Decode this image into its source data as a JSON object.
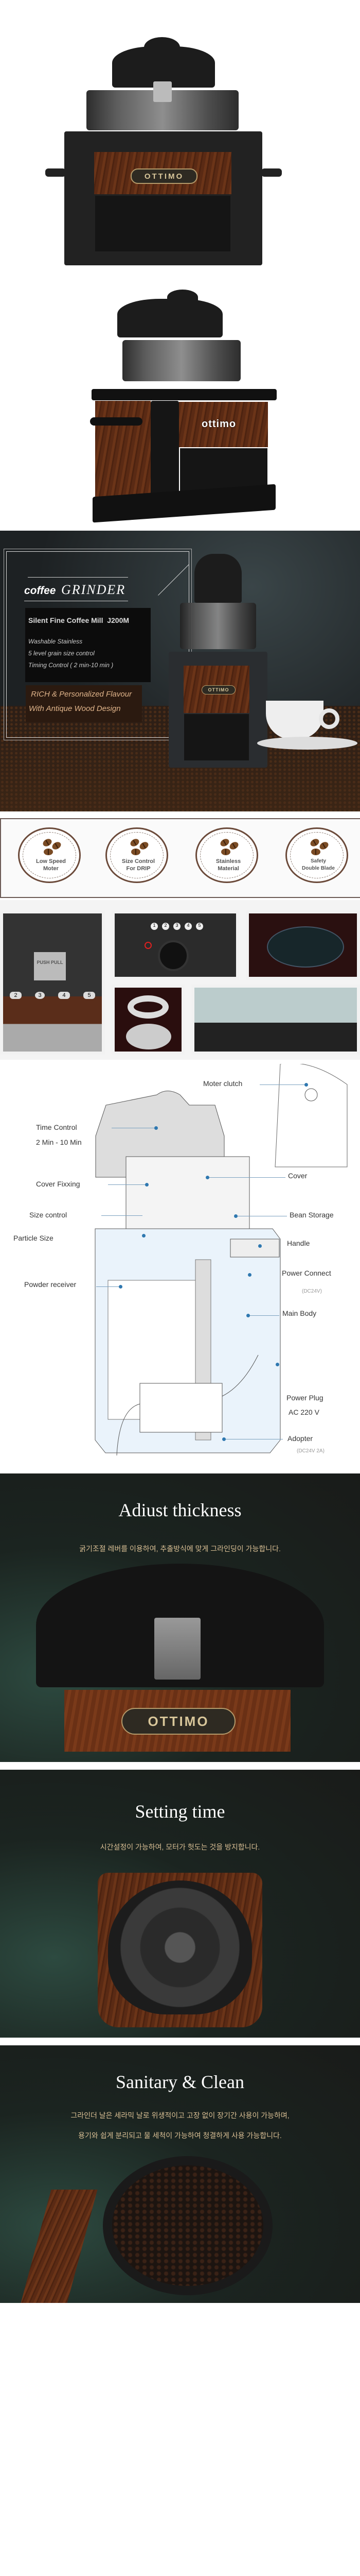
{
  "hero": {
    "badge_front": "OTTIMO",
    "badge_side": "ottimo"
  },
  "banner": {
    "title_small": "coffee",
    "title_large": "GRINDER",
    "model": "Silent Fine Coffee Mill  J200M",
    "specs": [
      "Washable Stainless",
      "5 level grain size control",
      "Timing Control ( 2 min-10 min )"
    ],
    "tagline": [
      " RICH & Personalized Flavour",
      "With Antique Wood Design"
    ],
    "badge": "OTTIMO"
  },
  "features": [
    {
      "label": [
        "Low Speed",
        "Moter"
      ]
    },
    {
      "label": [
        "Size Control",
        "For DRIP"
      ]
    },
    {
      "label": [
        "Stainless",
        "Material"
      ]
    },
    {
      "label": [
        "Safety",
        "Double Blade"
      ]
    }
  ],
  "gallery": {
    "push_pull": "PUSH PULL",
    "size_numbers": [
      "2",
      "3",
      "4",
      "5"
    ],
    "timer_numbers": [
      "1",
      "2",
      "3",
      "4",
      "5"
    ]
  },
  "diagram": {
    "labels": {
      "motor_clutch": "Moter clutch",
      "time_control": "Time Control",
      "time_range": "2 Min - 10 Min",
      "cover_fixing": "Cover Fixxing",
      "size_control": "Size control",
      "cover": "Cover",
      "bean_storage": "Bean Storage",
      "particle_size": "Particle Size",
      "handle": "Handle",
      "powder_receiver": "Powder receiver",
      "power_connect": "Power Connect",
      "power_connect_spec": "(DC24V)",
      "main_body": "Main Body",
      "power_plug": "Power Plug",
      "power_plug_spec": "AC  220 V",
      "adapter": "Adopter",
      "adapter_spec": "(DC24V  2A)"
    }
  },
  "sections": [
    {
      "title": "Adiust thickness",
      "subtitle": "굵기조절 레버를 이용하여, 추출방식에 맞게 그라인딩이 가능합니다.",
      "badge": "OTTIMO"
    },
    {
      "title": "Setting time",
      "subtitle": "시간설정이 가능하여, 모터가 헛도는 것을 방지합니다."
    },
    {
      "title": "Sanitary & Clean",
      "subtitle_lines": [
        "그라인더 날은 세라믹 날로 위생적이고 고장 없이 장기간 사용이 가능하며,",
        "용기와 쉽게 분리되고 물 세척이 가능하여 청결하게 사용 가능합니다."
      ]
    }
  ],
  "colors": {
    "wood": "#5a2a14",
    "dark_bg": "#1b1d1b",
    "gold_text": "#d9bf94",
    "callout_blue": "#2f78b0"
  }
}
